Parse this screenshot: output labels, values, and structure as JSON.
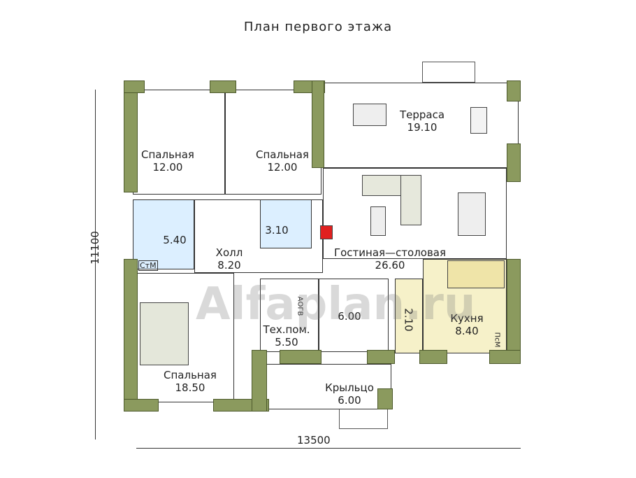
{
  "title": "План первого этажа",
  "watermark": "Alfaplan.ru",
  "dimensions": {
    "width": "13500",
    "height": "11100"
  },
  "colors": {
    "wall": "#8b9a5e",
    "bath": "#dcefff",
    "kitchen": "#f6f1c9",
    "boiler": "#e0201f"
  },
  "rooms": {
    "bedroom1": {
      "name": "Спальная",
      "area": "12.00"
    },
    "bedroom2": {
      "name": "Спальная",
      "area": "12.00"
    },
    "terrace": {
      "name": "Терраса",
      "area": "19.10"
    },
    "bathroom": {
      "area": "5.40"
    },
    "washer": {
      "name": "СтМ"
    },
    "wc": {
      "area": "3.10"
    },
    "hall": {
      "name": "Холл",
      "area": "8.20"
    },
    "living": {
      "name": "Гостиная—столовая",
      "area": "26.60"
    },
    "bedroom3": {
      "name": "Спальная",
      "area": "18.50"
    },
    "tech": {
      "name": "Тех.пом.",
      "area": "5.50"
    },
    "tech_boiler": {
      "name": "АОГВ"
    },
    "closet": {
      "area": "6.00"
    },
    "pantry": {
      "area": "2.10"
    },
    "kitchen": {
      "name": "Кухня",
      "area": "8.40"
    },
    "dishwasher": {
      "name": "ПсМ"
    },
    "porch": {
      "name": "Крыльцо",
      "area": "6.00"
    }
  }
}
